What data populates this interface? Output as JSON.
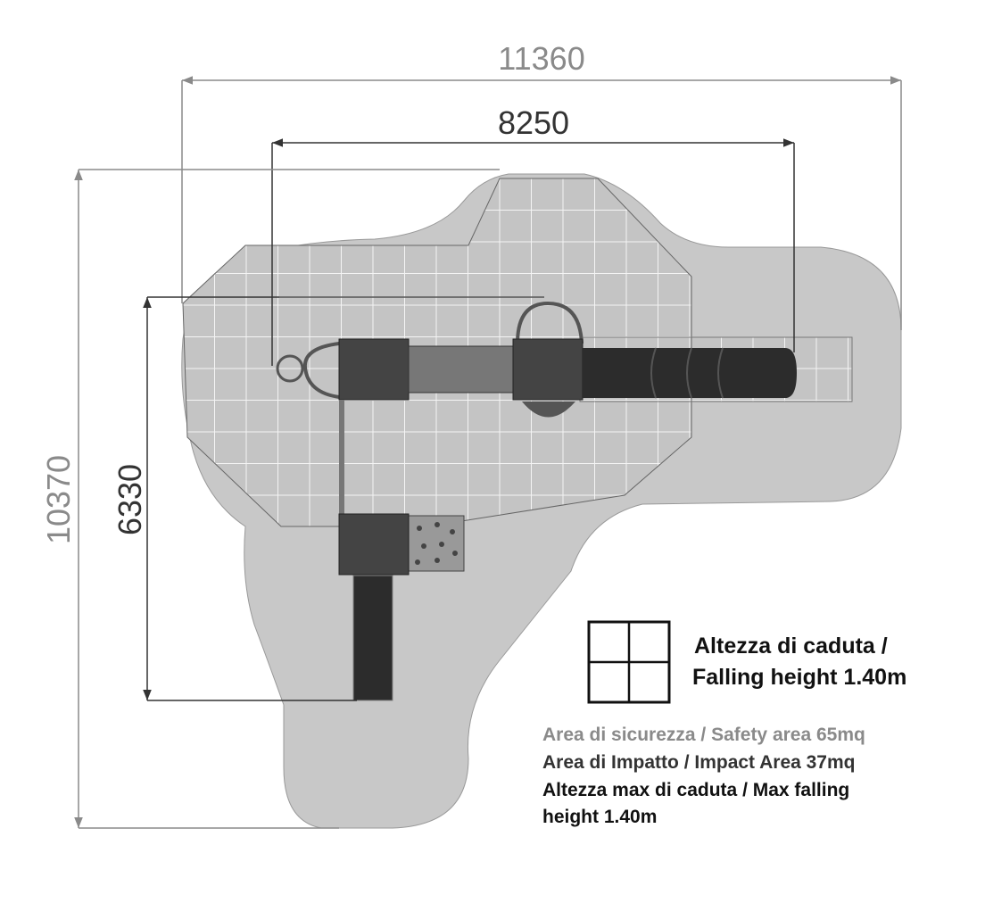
{
  "dimensions": {
    "overall_width": "11360",
    "equipment_width": "8250",
    "overall_depth": "10370",
    "equipment_depth": "6330"
  },
  "legend": {
    "symbol_label_line1": "Altezza di caduta /",
    "symbol_label_line2": "Falling height 1.40m",
    "safety_area": "Area di sicurezza / Safety area 65mq",
    "impact_area": "Area di Impatto / Impact Area 37mq",
    "max_fall_line1": "Altezza max di caduta / Max falling",
    "max_fall_line2": "height 1.40m"
  },
  "colors": {
    "safety_area": "#c8c8c8",
    "grid": "#ffffff",
    "equipment": "#3a3a3a",
    "dim_gray": "#8a8a8a"
  }
}
